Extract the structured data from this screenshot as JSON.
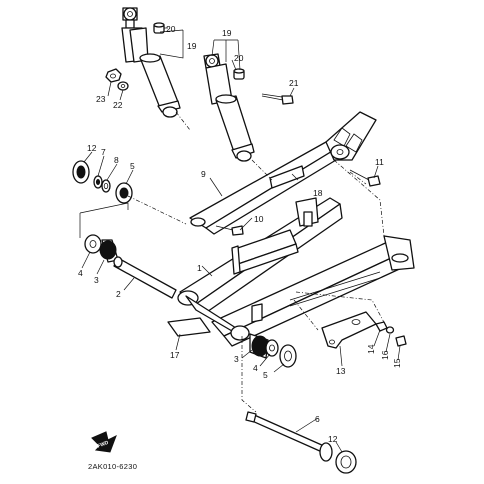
{
  "labels": {
    "l1": "1",
    "l2": "2",
    "l3a": "3",
    "l3b": "3",
    "l4a": "4",
    "l4b": "4",
    "l5a": "5",
    "l5b": "5",
    "l6": "6",
    "l7": "7",
    "l8": "8",
    "l9": "9",
    "l10": "10",
    "l11": "11",
    "l12a": "12",
    "l12b": "12",
    "l13": "13",
    "l14": "14",
    "l15": "15",
    "l16": "16",
    "l17": "17",
    "l18": "18",
    "l19a": "19",
    "l19b": "19",
    "l20a": "20",
    "l20b": "20",
    "l21": "21",
    "l22": "22",
    "l23": "23"
  },
  "part_code": "2AK010-6230",
  "fwd_mark": "FWD",
  "colors": {
    "ink": "#111111",
    "paper": "#ffffff"
  }
}
